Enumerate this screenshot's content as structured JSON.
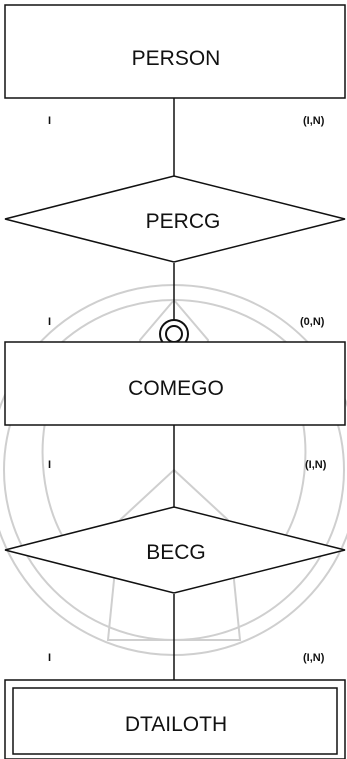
{
  "entities": [
    {
      "id": "person",
      "label": "PERSON"
    },
    {
      "id": "comego",
      "label": "COMEGO"
    },
    {
      "id": "dtailoth",
      "label": "DTAILOTH"
    }
  ],
  "relationships": [
    {
      "id": "percg",
      "label": "PERCG"
    },
    {
      "id": "becg",
      "label": "BECG"
    }
  ],
  "cardinalities": {
    "person_percg": {
      "left": "I",
      "right": "(I,N)"
    },
    "percg_comego": {
      "left": "I",
      "right": "(0,N)"
    },
    "comego_becg": {
      "left": "I",
      "right": "(I,N)"
    },
    "becg_dtailoth": {
      "left": "I",
      "right": "(I,N)"
    }
  }
}
